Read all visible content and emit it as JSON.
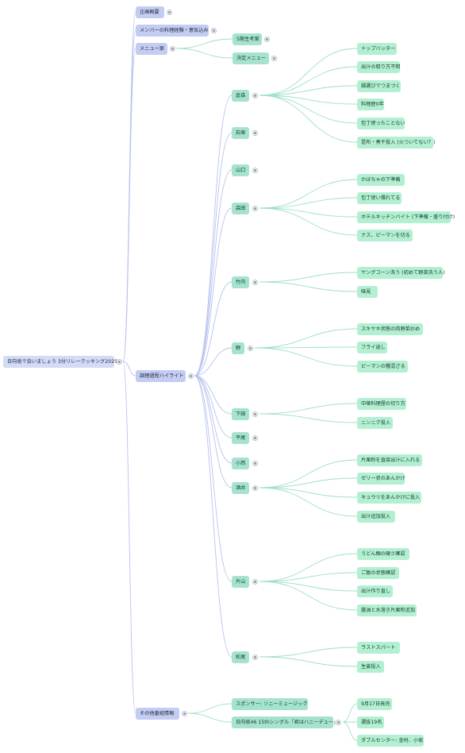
{
  "mindmap": {
    "root": "日向坂で会いましょう 3分リレークッキング2025",
    "sections": {
      "plan": "企画概要",
      "members": "メンバーの料理経験・意気込み",
      "menu": {
        "label": "メニュー案",
        "children": [
          "5期生考案",
          "決定メニュー"
        ]
      },
      "highlights": {
        "label": "調理過程ハイライト",
        "people": [
          {
            "name": "倉森",
            "items": [
              "トップバッター",
              "出汁の取り方不明",
              "鍋選びでつまづく",
              "料理歴0年",
              "包丁使ったことない",
              "昆布・煮干投入 (火ついてない？)"
            ]
          },
          {
            "name": "石塚",
            "items": []
          },
          {
            "name": "山口",
            "items": []
          },
          {
            "name": "森田",
            "items": [
              "かぼちゃの下準備",
              "包丁使い慣れてる",
              "ホテルキッチンバイト (下準備・盛り付け)",
              "ナス、ピーマンを切る"
            ]
          },
          {
            "name": "竹内",
            "items": [
              "ヤングコーン洗う (初めて野菜洗う人)",
              "味見"
            ]
          },
          {
            "name": "野",
            "items": [
              "スキヤキ状態の肉野菜炒め",
              "フライ返し",
              "ピーマンの種混ざる"
            ]
          },
          {
            "name": "下田",
            "items": [
              "中華料理屋の切り方",
              "ニンニク投入"
            ]
          },
          {
            "name": "平尾",
            "items": []
          },
          {
            "name": "小西",
            "items": []
          },
          {
            "name": "酒井",
            "items": [
              "片栗粉を直接出汁に入れる",
              "ゼリー状のあんかけ",
              "キュウリをあんかけに投入",
              "出汁追加投入"
            ]
          },
          {
            "name": "片山",
            "items": [
              "うどん麺の硬さ確認",
              "ご飯の状態確認",
              "出汁作り直し",
              "醤油と水溶き片栗粉追加"
            ]
          },
          {
            "name": "松尾",
            "items": [
              "ラストスパート",
              "生姜投入"
            ]
          }
        ]
      },
      "other": {
        "label": "その他番組情報",
        "sponsor": "スポンサー: ソニーミュージック",
        "single": {
          "label": "日向坂46 15thシングル「君はハニーデュー」",
          "items": [
            "9月17日発売",
            "選抜19名",
            "ダブルセンター: 金村、小坂"
          ]
        }
      }
    }
  },
  "colors": {
    "root_bg": "#d4dbf4",
    "level1_bg": "#c3cdf1",
    "level2_bg": "#a6e3cf",
    "level3_bg": "#b3f0d2",
    "edge_blue": "#b7c3ee",
    "edge_green": "#9fe0c8"
  }
}
